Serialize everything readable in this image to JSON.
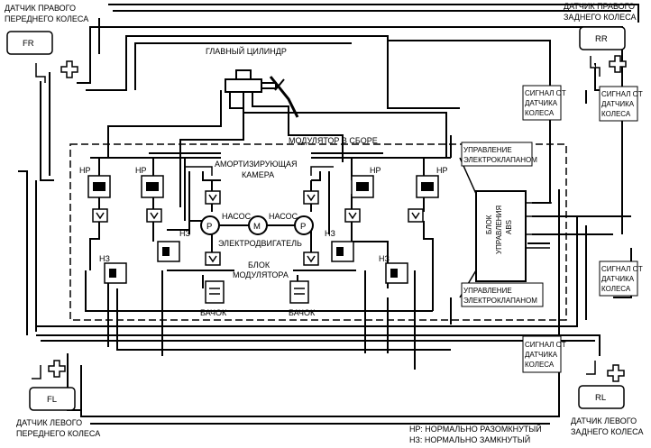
{
  "sensors": {
    "fr": {
      "title_line1": "ДАТЧИК ПРАВОГО",
      "title_line2": "ПЕРЕДНЕГО КОЛЕСА",
      "code": "FR"
    },
    "rr": {
      "title_line1": "ДАТЧИК ПРАВОГО",
      "title_line2": "ЗАДНЕГО КОЛЕСА",
      "code": "RR"
    },
    "fl": {
      "title_line1": "ДАТЧИК ЛЕВОГО",
      "title_line2": "ПЕРЕДНЕГО КОЛЕСА",
      "code": "FL"
    },
    "rl": {
      "title_line1": "ДАТЧИК ЛЕВОГО",
      "title_line2": "ЗАДНЕГО КОЛЕСА",
      "code": "RL"
    }
  },
  "master_cylinder": "ГЛАВНЫЙ ЦИЛИНДР",
  "modulator_assembly": "МОДУЛЯТОР В СБОРЕ",
  "damper": {
    "line1": "АМОРТИЗИРУЮЩАЯ",
    "line2": "КАМЕРА"
  },
  "pump_left": "НАСОС",
  "pump_right": "НАСОС",
  "motor_label": "ЭЛЕКТРОДВИГАТЕЛЬ",
  "pump_symbol": "P",
  "motor_symbol": "M",
  "modulator_block": {
    "line1": "БЛОК",
    "line2": "МОДУЛЯТОРА"
  },
  "reservoir_left": "БАЧОК",
  "reservoir_right": "БАЧОК",
  "valve_no": "НР",
  "valve_nc": "НЗ",
  "signals": {
    "rr_sig": {
      "l1": "СИГНАЛ ОТ",
      "l2": "ДАТЧИКА",
      "l3": "КОЛЕСА"
    },
    "rr_sig2": {
      "l1": "СИГНАЛ ОТ",
      "l2": "ДАТЧИКА",
      "l3": "КОЛЕСА"
    },
    "rl_sig": {
      "l1": "СИГНАЛ ОТ",
      "l2": "ДАТЧИКА",
      "l3": "КОЛЕСА"
    },
    "fl_sig": {
      "l1": "СИГНАЛ ОТ",
      "l2": "ДАТЧИКА",
      "l3": "КОЛЕСА"
    }
  },
  "control_top": {
    "l1": "УПРАВЛЕНИЕ",
    "l2": "ЭЛЕКТРОКЛАПАНОМ"
  },
  "control_bottom": {
    "l1": "УПРАВЛЕНИЕ",
    "l2": "ЭЛЕКТРОКЛАПАНОМ"
  },
  "abs_unit": {
    "l1": "БЛОК",
    "l2": "УПРАВЛЕНИЯ",
    "l3": "ABS"
  },
  "legend": {
    "no": "НР: НОРМАЛЬНО РАЗОМКНУТЫЙ",
    "nc": "НЗ: НОРМАЛЬНО ЗАМКНУТЫЙ"
  }
}
